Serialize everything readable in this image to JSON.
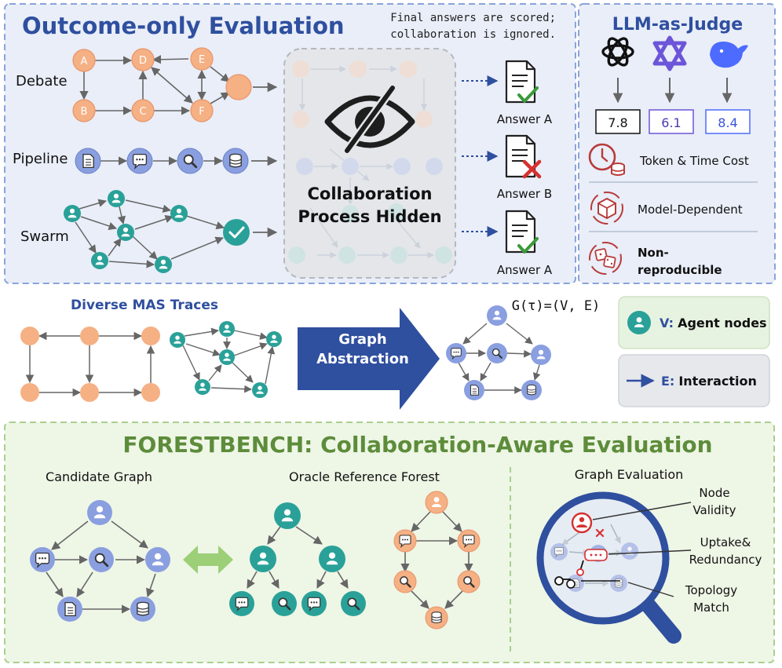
{
  "colors": {
    "blue_panel_bg": "#e9eef8",
    "blue_panel_border": "#8aa3d9",
    "green_panel_bg": "#eef6e6",
    "green_panel_border": "#a9cf8f",
    "orange_node": "#f5b084",
    "orange_stroke": "#e8956a",
    "teal_node": "#2aa198",
    "periwinkle_node": "#8a9fe0",
    "title_blue": "#2f4f9f",
    "title_green": "#5d8c3a",
    "arrow_blue": "#2f4f9f",
    "red": "#d63030",
    "check_green": "#3a9a3a",
    "dark": "#222222"
  },
  "outcome": {
    "title": "Outcome-only Evaluation",
    "note_line1": "Final answers are scored;",
    "note_line2": "collaboration is ignored.",
    "debate": {
      "label": "Debate",
      "nodes": [
        "A",
        "B",
        "C",
        "D",
        "E",
        "F"
      ]
    },
    "pipeline_label": "Pipeline",
    "swarm_label": "Swarm",
    "hidden_line1": "Collaboration",
    "hidden_line2": "Process Hidden",
    "answers": [
      {
        "label": "Answer A",
        "mark": "check"
      },
      {
        "label": "Answer B",
        "mark": "cross"
      },
      {
        "label": "Answer A",
        "mark": "check"
      }
    ]
  },
  "judge": {
    "title": "LLM-as-Judge",
    "scores": [
      "7.8",
      "6.1",
      "8.4"
    ],
    "icons": [
      "openai-logo",
      "qwen-logo",
      "deepseek-logo"
    ],
    "items": [
      {
        "text": "Token & Time Cost",
        "icon": "clock-coins-icon"
      },
      {
        "text": "Model-Dependent",
        "icon": "cube-cycle-icon"
      },
      {
        "text_line1": "Non-",
        "text_line2": "reproducible",
        "icon": "dice-icon"
      }
    ]
  },
  "middle": {
    "traces_title": "Diverse MAS Traces",
    "arrow_line1": "Graph",
    "arrow_line2": "Abstraction",
    "formula": "G(τ)=(V, E)",
    "legend_v_prefix": "V:",
    "legend_v": "Agent nodes",
    "legend_e_prefix": "E:",
    "legend_e": "Interaction"
  },
  "forest": {
    "title": "FORESTBENCH: Collaboration-Aware Evaluation",
    "candidate_title": "Candidate Graph",
    "oracle_title": "Oracle Reference Forest",
    "eval_title": "Graph Evaluation",
    "callout1_line1": "Node",
    "callout1_line2": "Validity",
    "callout2_line1": "Uptake&",
    "callout2_line2": "Redundancy",
    "callout3_line1": "Topology",
    "callout3_line2": "Match"
  }
}
